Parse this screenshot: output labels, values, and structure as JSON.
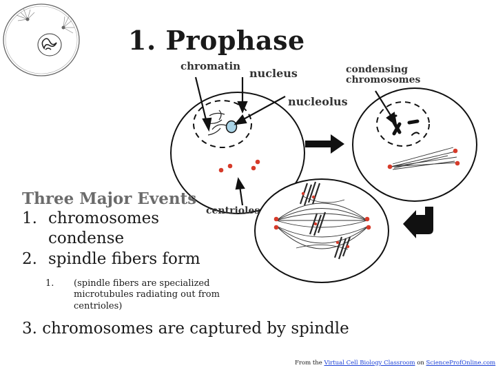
{
  "title": "1. Prophase",
  "diagram_labels": {
    "chromatin": "chromatin",
    "nucleus": "nucleus",
    "condensing_line1": "condensing",
    "condensing_line2": "chromosomes",
    "nucleolus": "nucleolus",
    "centrioles": "centrioles"
  },
  "events": {
    "title": "Three Major Events",
    "items": [
      {
        "num": "1.",
        "text_line1": "chromosomes",
        "text_line2": "condense"
      },
      {
        "num": "2.",
        "text_line1": "spindle fibers form"
      },
      {
        "num": "3.",
        "text_line1": "chromosomes are captured by spindle"
      }
    ],
    "sub_item": {
      "num": "1.",
      "text": "(spindle fibers are specialized microtubules radiating out from centrioles)"
    }
  },
  "credit": {
    "prefix": "From the",
    "link1": "Virtual Cell Biology Classroom",
    "middle": "on",
    "link2": "ScienceProfOnline.com"
  },
  "colors": {
    "centriole": "#d63b2a",
    "nucleolus": "#a9d3e6",
    "arrow": "#111111",
    "link": "#1a3fd6"
  }
}
